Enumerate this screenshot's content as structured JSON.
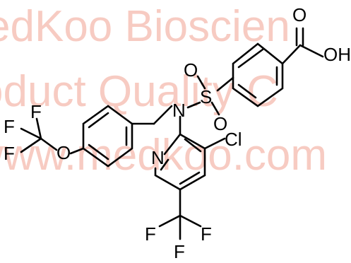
{
  "watermark": {
    "lines": [
      "edKoo Bioscien",
      "oduct Quality C",
      "www.medkoo.com"
    ],
    "color": "#f6c3b8"
  },
  "atoms": {
    "o_carbonyl": "O",
    "oh": "OH",
    "s": "S",
    "o_s1": "O",
    "o_s2": "O",
    "n_amine": "N",
    "n_pyridine": "N",
    "cl": "Cl",
    "o_ether": "O",
    "f_ocf3_1": "F",
    "f_ocf3_2": "F",
    "f_ocf3_3": "F",
    "f_cf3_1": "F",
    "f_cf3_2": "F",
    "f_cf3_3": "F"
  }
}
